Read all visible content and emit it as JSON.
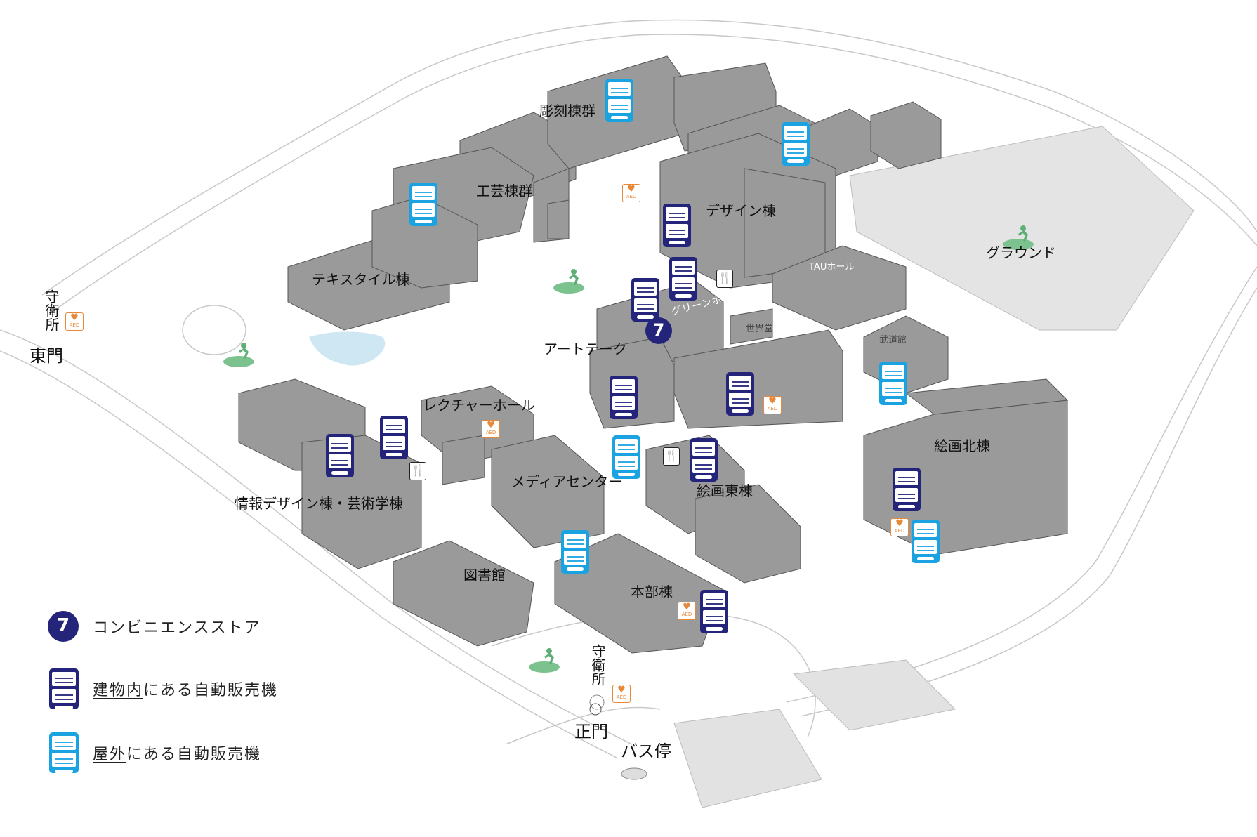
{
  "map": {
    "labels": {
      "chokoku": "彫刻棟群",
      "kogei": "工芸棟群",
      "design": "デザイン棟",
      "ground": "グラウンド",
      "textile": "テキスタイル棟",
      "tau": "TAUホール",
      "green_hall": "グリーンホール",
      "sekaido": "世界堂",
      "budokan": "武道館",
      "arttech": "アートテーク",
      "east_gate": "東門",
      "guard_east": "守衛所",
      "lecture": "レクチャーホール",
      "media": "メディアセンター",
      "kaiga_kita": "絵画北棟",
      "kaiga_higashi": "絵画東棟",
      "joho": "情報デザイン棟・芸術学棟",
      "library": "図書館",
      "honbu": "本部棟",
      "guard_main": "守衛所",
      "main_gate": "正門",
      "bus": "バス停"
    },
    "aed_text": "AED",
    "conv_symbol": "7"
  },
  "legend": {
    "convenience": "コンビニエンスストア",
    "indoor_prefix": "建物内",
    "indoor_suffix": "にある自動販売機",
    "outdoor_prefix": "屋外",
    "outdoor_suffix": "にある自動販売機"
  },
  "colors": {
    "indoor_vending": "#23247a",
    "outdoor_vending": "#1aa3e0",
    "aed": "#e8893a",
    "runner": "#7cc28f",
    "building": "#9a9a9a"
  },
  "icons": [
    "vending-indoor-icon",
    "vending-outdoor-icon",
    "convenience-store-icon",
    "aed-icon",
    "restaurant-icon",
    "emergency-exit-icon"
  ]
}
